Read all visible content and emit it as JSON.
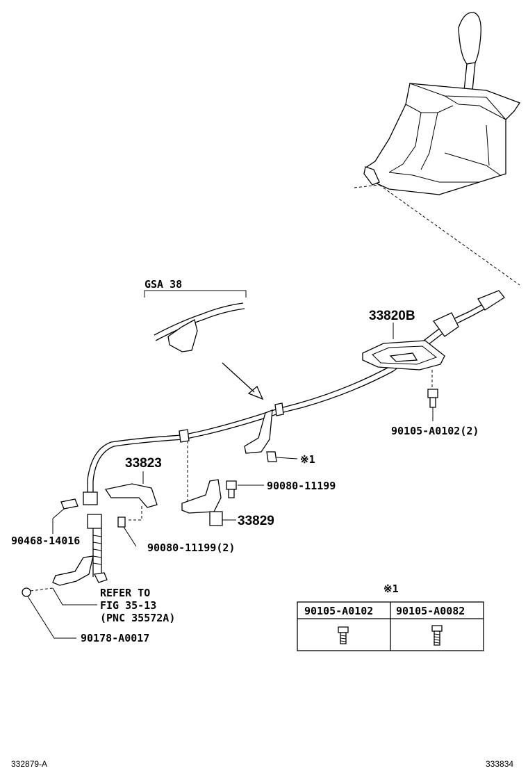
{
  "labels": {
    "gsa": "GSA 38",
    "cable": "33820B",
    "bolt_top": "90105-A0102(2)",
    "note_mark": "※1",
    "bracket_left": "33823",
    "bolt_mid": "90080-11199",
    "bracket_right": "33829",
    "clip": "90468-14016",
    "bolt_low": "90080-11199(2)",
    "refer1": "REFER TO",
    "refer2": "FIG 35-13",
    "refer3": "(PNC 35572A)",
    "nut": "90178-A0017"
  },
  "table": {
    "mark": "※1",
    "headers": [
      "90105-A0102",
      "90105-A0082"
    ]
  },
  "footer": {
    "left": "332879-A",
    "right": "333834"
  }
}
